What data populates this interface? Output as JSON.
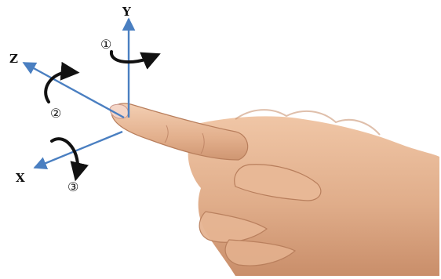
{
  "axes": {
    "y_label": "Y",
    "z_label": "Z",
    "x_label": "X"
  },
  "rotations": {
    "r1": "①",
    "r2": "②",
    "r3": "③"
  },
  "colors": {
    "axis": "#4a7fc1",
    "arrow": "#111111",
    "skin": "#e3b28f",
    "skin_shadow": "#c48a66",
    "skin_light": "#f2d0b6"
  }
}
